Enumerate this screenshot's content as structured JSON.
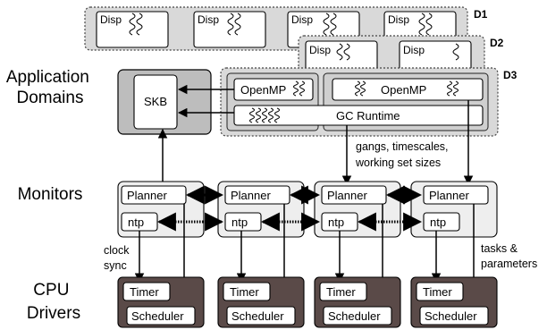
{
  "layers": {
    "application": "Application\nDomains",
    "application_lines": [
      "Application",
      "Domains"
    ],
    "monitors": "Monitors",
    "cpu_drivers_lines": [
      "CPU",
      "Drivers"
    ]
  },
  "domains": {
    "d1": "D1",
    "d2": "D2",
    "d3": "D3",
    "disp_label": "Disp"
  },
  "components": {
    "skb": "SKB",
    "openmp": "OpenMP",
    "gc_runtime": "GC Runtime",
    "planner": "Planner",
    "ntp": "ntp",
    "timer": "Timer",
    "scheduler": "Scheduler"
  },
  "annotations": {
    "gangs_lines": [
      "gangs, timescales,",
      "working set sizes"
    ],
    "clock_sync_lines": [
      "clock",
      "sync"
    ],
    "tasks_lines": [
      "tasks &",
      "parameters"
    ]
  }
}
